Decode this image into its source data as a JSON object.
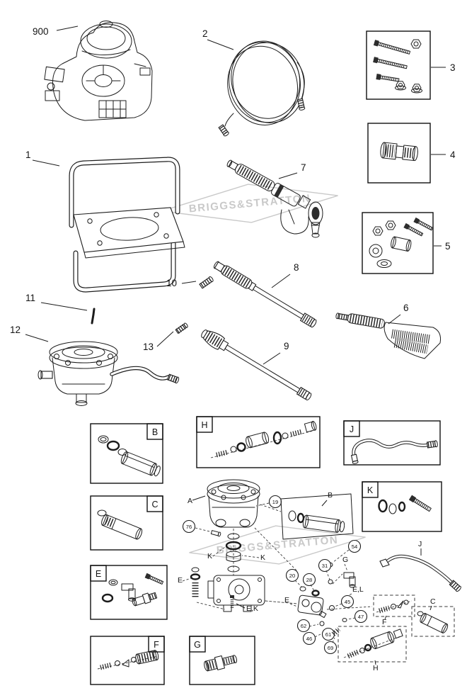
{
  "watermark": {
    "text": "BRIGGS&STRATTON"
  },
  "parts": {
    "engine": "900",
    "frame": "1",
    "hose": "2",
    "bolt_kit": "3",
    "coupler_kit": "4",
    "hardware_kit": "5",
    "brush": "6",
    "spray_gun": "7",
    "wand_straight": "8",
    "wand_soap": "9",
    "fitting_small": "10",
    "pin": "11",
    "pump": "12",
    "fitting_tiny": "13"
  },
  "kits": {
    "b": "B",
    "c": "C",
    "e": "E",
    "f": "F",
    "g": "G",
    "h": "H",
    "j": "J",
    "k": "K"
  },
  "assembly": {
    "a": "A",
    "b": "B",
    "k_left": "K",
    "k_right": "K",
    "e_left": "E",
    "e_mid": "E",
    "ek": "E,K",
    "el": "E,L",
    "g": "G",
    "j": "J",
    "f": "F",
    "c": "C",
    "h": "H",
    "n19": "19",
    "n20": "20",
    "n28": "28",
    "n31": "31",
    "n45": "45",
    "n46": "46",
    "n47": "47",
    "n54": "54",
    "n61": "61",
    "n62": "62",
    "n69": "69",
    "n76": "76"
  }
}
